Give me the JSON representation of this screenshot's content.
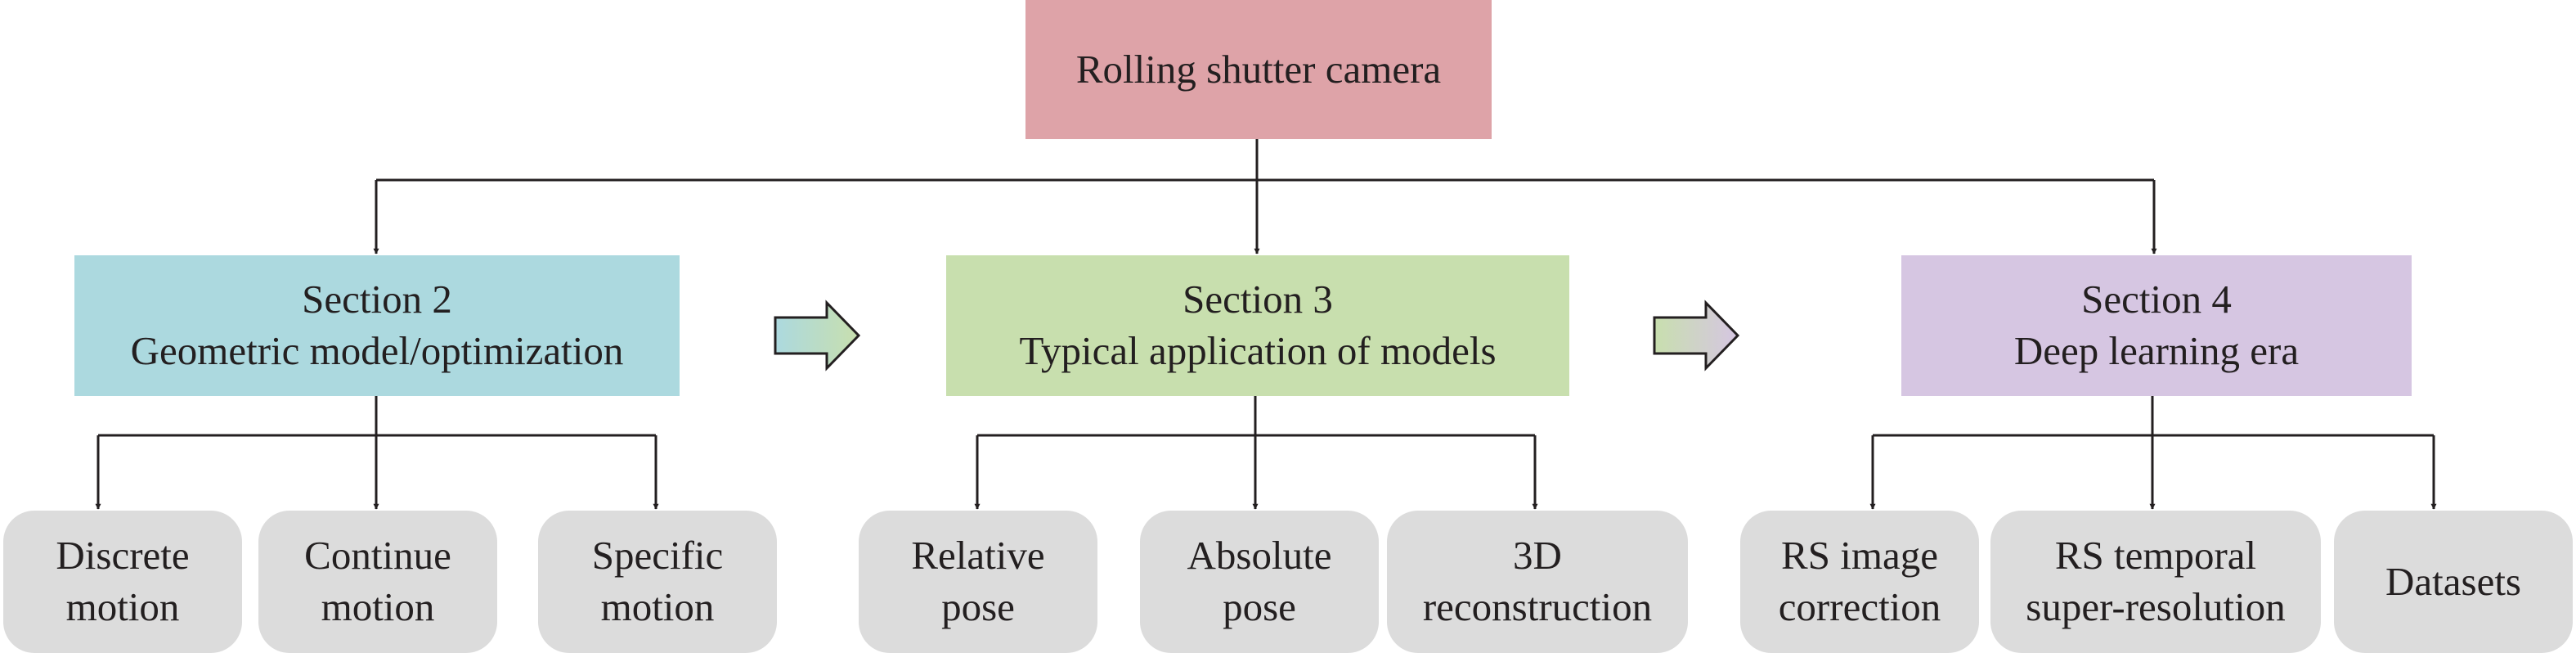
{
  "root": {
    "label": "Rolling shutter camera",
    "color": "#dea3a8"
  },
  "sections": [
    {
      "title": "Section 2",
      "subtitle": "Geometric model/optimization",
      "color": "#acd9df",
      "children": [
        {
          "line1": "Discrete",
          "line2": "motion"
        },
        {
          "line1": "Continue",
          "line2": "motion"
        },
        {
          "line1": "Specific",
          "line2": "motion"
        }
      ]
    },
    {
      "title": "Section 3",
      "subtitle": "Typical application of models",
      "color": "#c8dfae",
      "children": [
        {
          "line1": "Relative",
          "line2": "pose"
        },
        {
          "line1": "Absolute",
          "line2": "pose"
        },
        {
          "line1": "3D",
          "line2": "reconstruction"
        }
      ]
    },
    {
      "title": "Section 4",
      "subtitle": "Deep learning era",
      "color": "#d6c6e2",
      "children": [
        {
          "line1": "RS image",
          "line2": "correction"
        },
        {
          "line1": "RS temporal",
          "line2": "super-resolution"
        },
        {
          "line1": "Datasets",
          "line2": ""
        }
      ]
    }
  ],
  "leaf_color": "#dcdcdc",
  "line_color": "#231f20"
}
